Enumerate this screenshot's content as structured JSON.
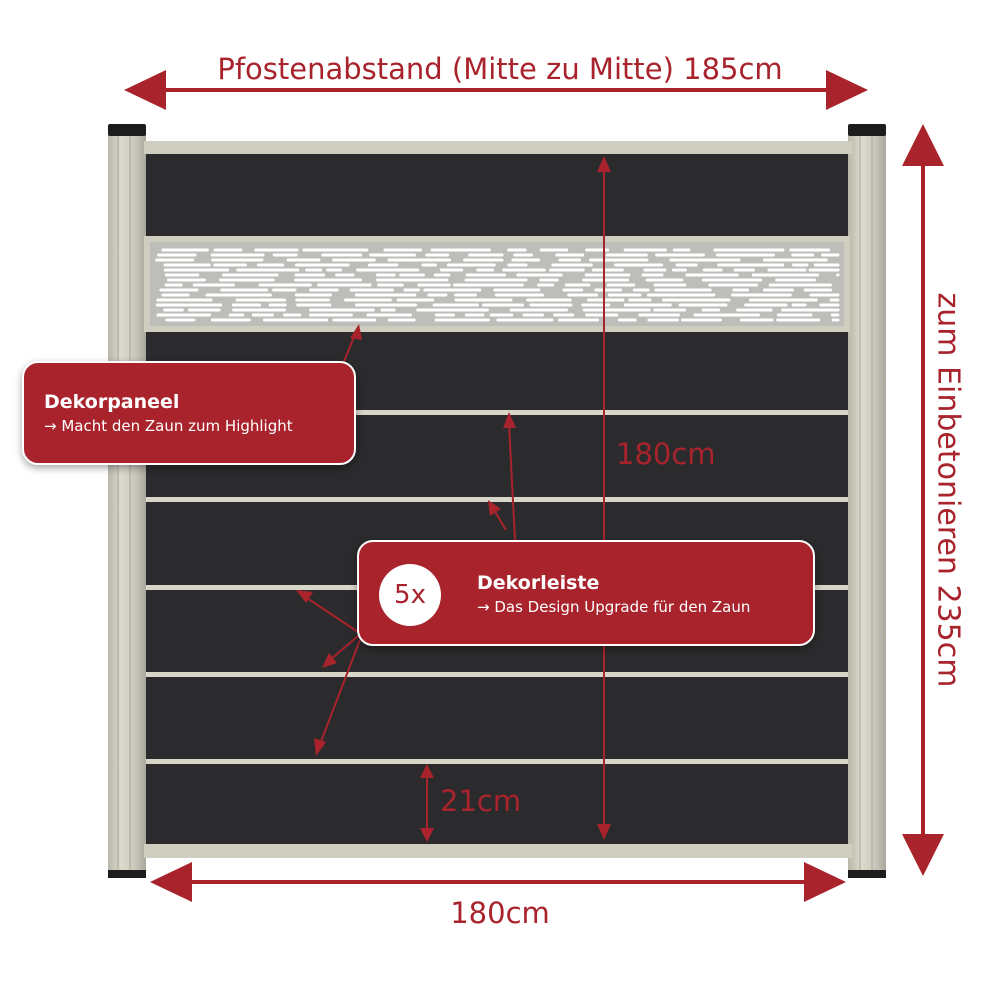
{
  "dimensions": {
    "post_spacing": "Pfostenabstand (Mitte zu Mitte) 185cm",
    "height": "180cm",
    "width": "180cm",
    "total_height": "zum Einbetonieren 235cm",
    "board_height": "21cm"
  },
  "callouts": {
    "decor_panel": {
      "title": "Dekorpaneel",
      "subtitle": "→ Macht den Zaun zum Highlight"
    },
    "decor_strip": {
      "count": "5x",
      "title": "Dekorleiste",
      "subtitle": "→ Das Design Upgrade für den Zaun"
    }
  },
  "colors": {
    "accent": "#a8232c",
    "board": "#2b2b2d",
    "post": "#cfcdc0",
    "panel": "#c9c9c6"
  }
}
